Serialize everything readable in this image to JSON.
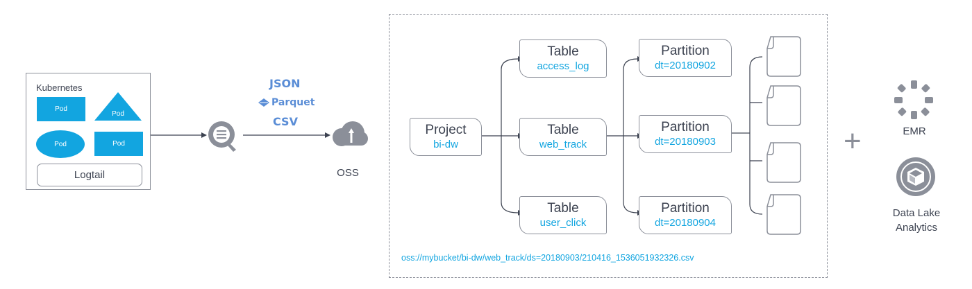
{
  "kubernetes": {
    "title": "Kubernetes",
    "pods": [
      "Pod",
      "Pod",
      "Pod",
      "Pod"
    ],
    "logtail": "Logtail"
  },
  "formats": [
    "JSON",
    "Parquet",
    "CSV"
  ],
  "oss_label": "OSS",
  "project": {
    "title": "Project",
    "name": "bi-dw"
  },
  "tables": [
    {
      "title": "Table",
      "name": "access_log"
    },
    {
      "title": "Table",
      "name": "web_track"
    },
    {
      "title": "Table",
      "name": "user_click"
    }
  ],
  "partitions": [
    {
      "title": "Partition",
      "name": "dt=20180902"
    },
    {
      "title": "Partition",
      "name": "dt=20180903"
    },
    {
      "title": "Partition",
      "name": "dt=20180904"
    }
  ],
  "oss_path": "oss://mybucket/bi-dw/web_track/ds=20180903/210416_1536051932326.csv",
  "plus": "+",
  "engines": {
    "emr": "EMR",
    "dla_line1": "Data Lake",
    "dla_line2": "Analytics"
  },
  "colors": {
    "accent": "#12a5e0",
    "line": "#3c4250",
    "gray": "#8b8f99",
    "format": "#5a8dd6"
  }
}
